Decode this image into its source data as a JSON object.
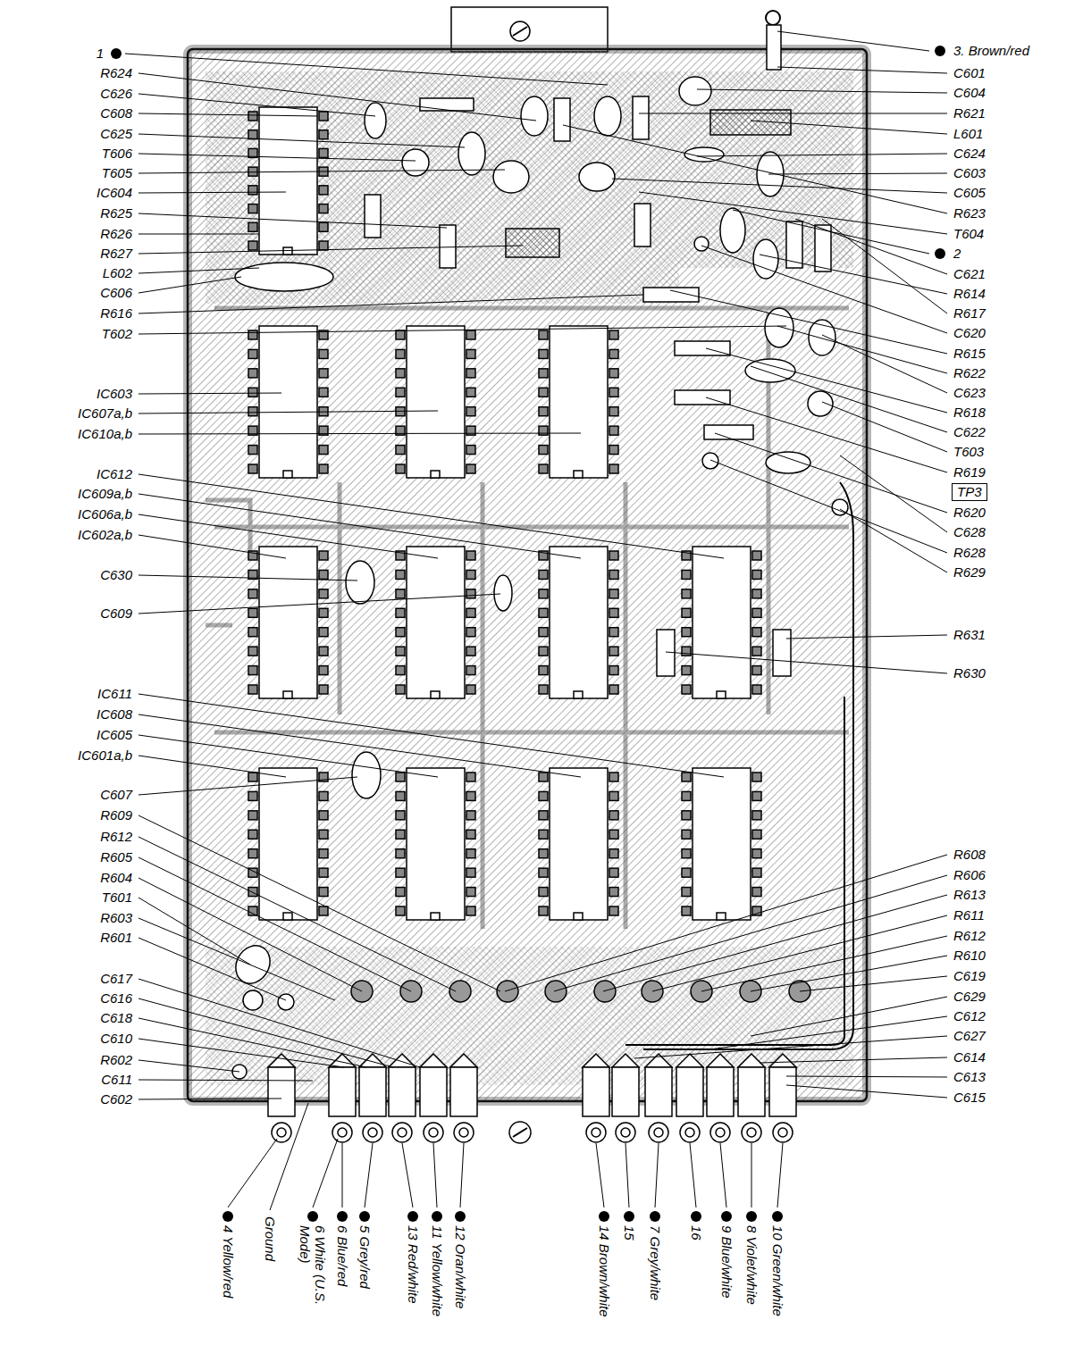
{
  "diagram": {
    "nodes": [
      {
        "text": [
          "TP3"
        ]
      }
    ],
    "labels": [
      "1",
      "R624",
      "C626",
      "C608",
      "C625",
      "T606",
      "T605",
      "IC604",
      "R625",
      "R626",
      "R627",
      "L602",
      "C606",
      "R616",
      "T602",
      "IC603",
      "IC607a,b",
      "IC610a,b",
      "IC612",
      "IC609a,b",
      "IC606a,b",
      "IC602a,b",
      "C630",
      "C609",
      "IC611",
      "IC608",
      "IC605",
      "IC601a,b",
      "C607",
      "R609",
      "R612",
      "R605",
      "R604",
      "T601",
      "R603",
      "R601",
      "C617",
      "C616",
      "C618",
      "C610",
      "R602",
      "C611",
      "C602",
      "3. Brown/red",
      "C601",
      "C604",
      "R621",
      "L601",
      "C624",
      "C603",
      "C605",
      "R623",
      "T604",
      "2",
      "C621",
      "R614",
      "R617",
      "C620",
      "R615",
      "R622",
      "C623",
      "R618",
      "C622",
      "T603",
      "R619",
      "R620",
      "C628",
      "R628",
      "R629",
      "R631",
      "R630",
      "R608",
      "R606",
      "R613",
      "R611",
      "R612",
      "R610",
      "C619",
      "C629",
      "C612",
      "C627",
      "C614",
      "C613",
      "C615",
      "4 Yellow/red",
      "Ground",
      "6 White (U.S. Mode)",
      "6 Blue/red",
      "5 Grey/red",
      "13 Red/white",
      "11 Yellow/white",
      "12 Oran/white",
      "14 Brown/white",
      "15",
      "7 Grey/white",
      "16",
      "9 Blue/white",
      "8 Violet/white",
      "10 Green/white"
    ]
  }
}
